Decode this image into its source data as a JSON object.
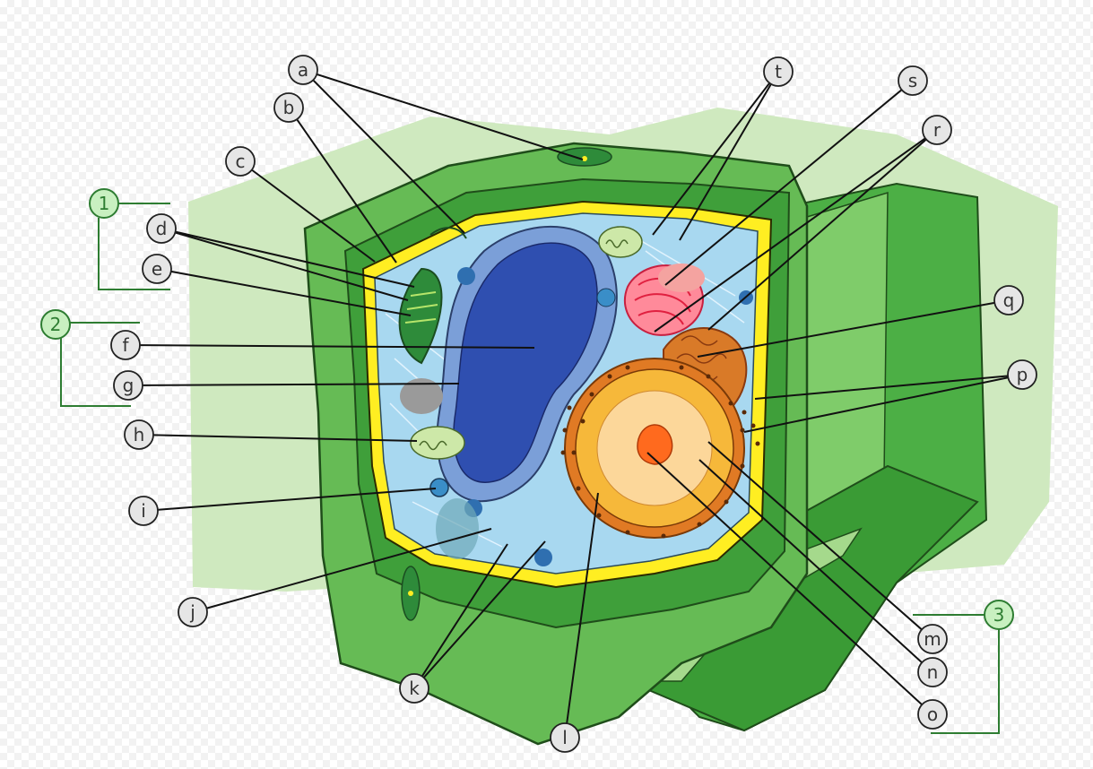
{
  "diagram": {
    "labels": {
      "a": "a",
      "b": "b",
      "c": "c",
      "d": "d",
      "e": "e",
      "f": "f",
      "g": "g",
      "h": "h",
      "i": "i",
      "j": "j",
      "k": "k",
      "l": "l",
      "m": "m",
      "n": "n",
      "o": "o",
      "p": "p",
      "q": "q",
      "r": "r",
      "s": "s",
      "t": "t"
    },
    "groups": {
      "g1": "1",
      "g2": "2",
      "g3": "3"
    },
    "colors": {
      "cell_wall_outer": "#66bb55",
      "cell_wall_light": "#c8e8b0",
      "cell_wall_dark": "#3f9f3a",
      "membrane": "#ffee22",
      "cytoplasm": "#a8d8f0",
      "nucleus": "#2f4fb0",
      "vacuole_membrane": "#7b9fd8",
      "nucleus_body": "#f6b83a",
      "nucleolus": "#ff6a1e",
      "golgi": "#ff5a6a",
      "chloroplast": "#2e8b3a",
      "mitochondrion": "#cde8a8",
      "label_bg": "#e6e6e6",
      "group_bg": "#c8f0c0",
      "group_line": "#2e7d32"
    }
  }
}
